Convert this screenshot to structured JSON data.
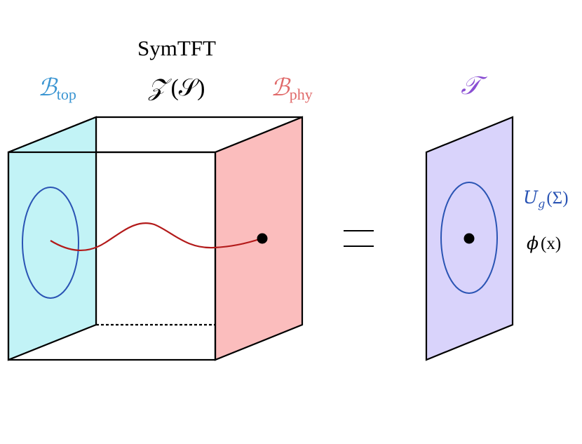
{
  "labels": {
    "symtft_title": "SymTFT",
    "z_main": "𝒵",
    "z_arg": "(𝒮)",
    "b_top_main": "ℬ",
    "b_top_sub": "top",
    "b_phy_main": "ℬ",
    "b_phy_sub": "phy",
    "equals": "=",
    "theory": "𝒯",
    "operator_main": "U",
    "operator_sub": "g",
    "operator_arg": "(Σ)",
    "field_main": "ϕ",
    "field_arg": "(x)"
  },
  "colors": {
    "top_boundary_fill": "#c2f3f6",
    "top_label": "#3a95d2",
    "phy_boundary_fill": "#fbbdbd",
    "phy_label": "#e06a6a",
    "theory_fill": "#d9d3fb",
    "theory_label": "#8a4fd3",
    "loop_stroke": "#2a54b4",
    "line_stroke": "#b31a1a",
    "operator_label": "#2a54b4",
    "edge_stroke": "#000000"
  }
}
